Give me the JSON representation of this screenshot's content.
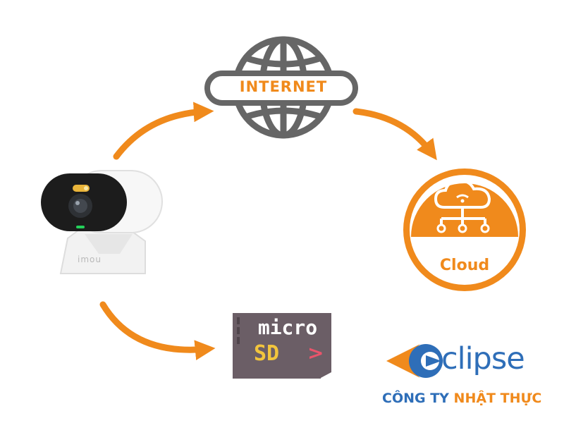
{
  "internet": {
    "label": "INTERNET",
    "icon": "globe-icon"
  },
  "cloud": {
    "label": "Cloud",
    "icon": "cloud-network-icon"
  },
  "microsd": {
    "line1": "micro",
    "line2": "SD",
    "chevron": ">",
    "icon": "microsd-card-icon"
  },
  "camera": {
    "brand": "imou",
    "icon": "security-camera-icon"
  },
  "logo": {
    "word": "clipse",
    "company_part1": "CÔNG TY ",
    "company_part2": "NHẬT THỰC",
    "icon": "eclipse-logo-icon"
  },
  "colors": {
    "accent": "#F08A1C",
    "globe": "#666666",
    "sd_body": "#6B5E66",
    "sd_yellow": "#F2C53D",
    "sd_pink": "#E9546B",
    "logo_blue": "#2E6EB8"
  }
}
